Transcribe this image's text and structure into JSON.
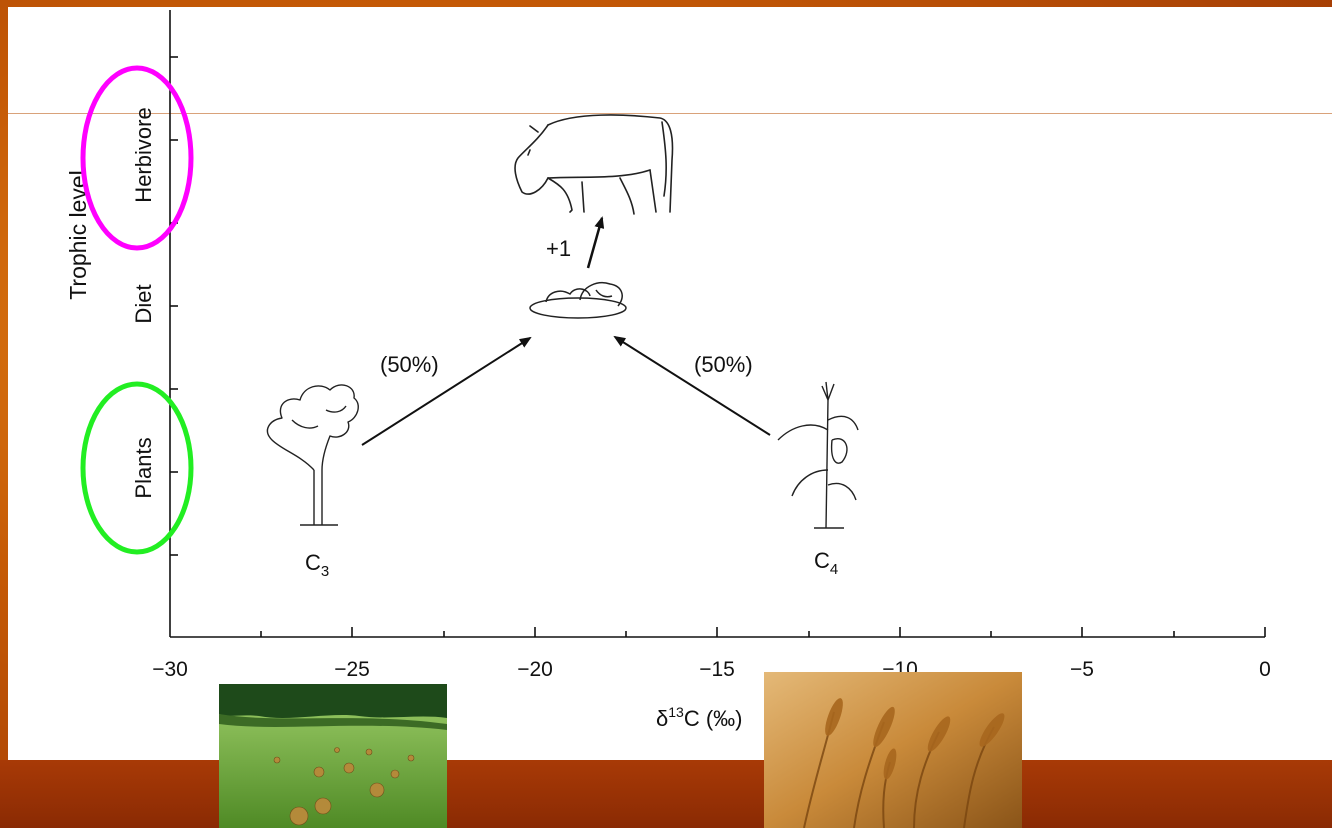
{
  "figure": {
    "y_axis": {
      "title": "Trophic level",
      "levels": [
        "Herbivore",
        "Diet",
        "Plants"
      ]
    },
    "x_axis": {
      "title_prefix": "δ",
      "title_superscript": "13",
      "title_suffix": "C (‰)",
      "tick_labels": [
        "−30",
        "−25",
        "−20",
        "−15",
        "−10",
        "−5",
        "0"
      ]
    },
    "labels": {
      "trophic_shift": "+1",
      "c3_share": "(50%)",
      "c4_share": "(50%)",
      "c3_main": "C",
      "c3_sub": "3",
      "c4_main": "C",
      "c4_sub": "4"
    },
    "highlight_colors": {
      "herbivore": "#ff00ff",
      "plants": "#22ee22"
    },
    "icons": [
      "cow-icon",
      "food-plate-icon",
      "tree-icon",
      "corn-plant-icon",
      "hay-field-photo",
      "wheat-photo"
    ]
  }
}
